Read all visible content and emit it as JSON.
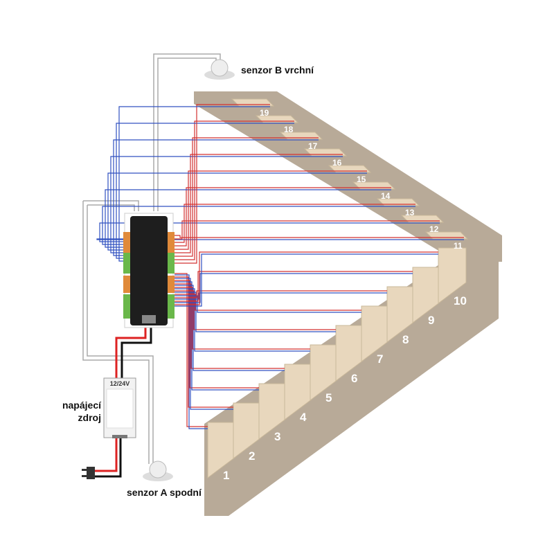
{
  "labels": {
    "sensor_top": "senzor B vrchní",
    "sensor_bottom": "senzor A spodní",
    "power_supply_line1": "napájecí",
    "power_supply_line2": "zdroj",
    "power_supply_voltage": "12/24V"
  },
  "steps_lower": [
    "1",
    "2",
    "3",
    "4",
    "5",
    "6",
    "7",
    "8",
    "9",
    "10"
  ],
  "steps_upper": [
    "11",
    "12",
    "13",
    "14",
    "15",
    "16",
    "17",
    "18",
    "19"
  ],
  "colors": {
    "wire_red": "#d23030",
    "wire_blue": "#3050c0",
    "stone": "#b8aa98",
    "tread": "#e8d7bd",
    "controller": "#1e1e1e"
  }
}
